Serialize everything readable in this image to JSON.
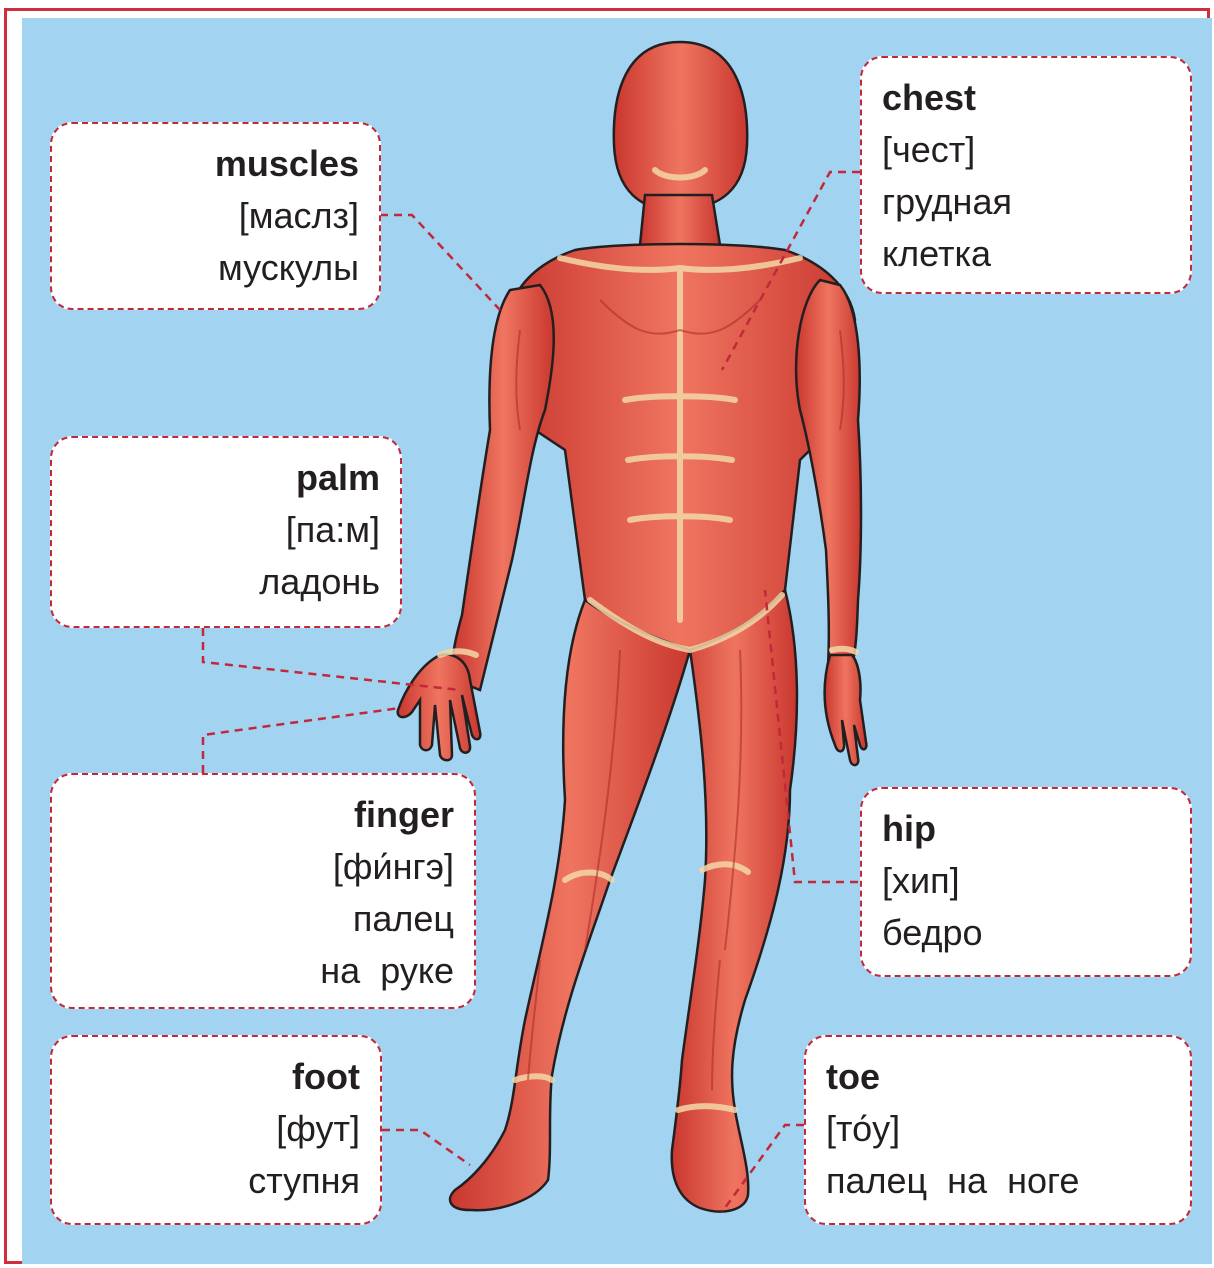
{
  "labels": {
    "muscles": {
      "en": "muscles",
      "tr": "[маслз]",
      "ru": [
        "мускулы"
      ]
    },
    "chest": {
      "en": "chest",
      "tr": "[чест]",
      "ru": [
        "грудная",
        "клетка"
      ]
    },
    "palm": {
      "en": "palm",
      "tr": "[па:м]",
      "ru": [
        "ладонь"
      ]
    },
    "finger": {
      "en": "finger",
      "tr": "[фи́нгэ]",
      "ru": [
        "палец",
        "на  руке"
      ]
    },
    "hip": {
      "en": "hip",
      "tr": "[хип]",
      "ru": [
        "бедро"
      ]
    },
    "foot": {
      "en": "foot",
      "tr": "[фут]",
      "ru": [
        "ступня"
      ]
    },
    "toe": {
      "en": "toe",
      "tr": "[то́у]",
      "ru": [
        "палец  на  ноге"
      ]
    }
  },
  "colors": {
    "background": "#a2d3f0",
    "frame": "#d22d3c",
    "card_border": "#c2283a",
    "muscle": "#e2584a",
    "tendon": "#f3d7a8"
  }
}
